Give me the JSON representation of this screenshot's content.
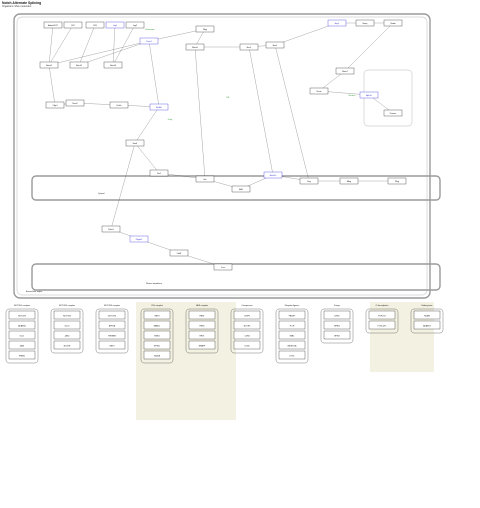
{
  "header": {
    "title": "Notch Alternate Splicing",
    "subtitle": "Organism: Mus musculus"
  },
  "nodes": [
    {
      "id": "n1",
      "label": "Adam10/17"
    },
    {
      "id": "n2",
      "label": "Dll1"
    },
    {
      "id": "n3",
      "label": "Dll3"
    },
    {
      "id": "n4",
      "label": "Jag1"
    },
    {
      "id": "n5",
      "label": "Jag2"
    },
    {
      "id": "n6",
      "label": "Notch1"
    },
    {
      "id": "n7",
      "label": "Notch2"
    },
    {
      "id": "n8",
      "label": "Notch3"
    },
    {
      "id": "n9",
      "label": "Psen1"
    },
    {
      "id": "n10",
      "label": "Rbpj"
    },
    {
      "id": "n11",
      "label": "Maml1"
    },
    {
      "id": "n12",
      "label": "Hes1"
    },
    {
      "id": "n13",
      "label": "Hes5"
    },
    {
      "id": "n14",
      "label": "Hey1"
    },
    {
      "id": "n15",
      "label": "Nrarp"
    },
    {
      "id": "n16",
      "label": "Numb"
    },
    {
      "id": "n17",
      "label": "Fbxw7"
    },
    {
      "id": "n18",
      "label": "Ncstn"
    },
    {
      "id": "n19",
      "label": "Aph1a"
    },
    {
      "id": "n20",
      "label": "Psenen"
    },
    {
      "id": "n21",
      "label": "Ctbp1"
    },
    {
      "id": "n22",
      "label": "Ncor2"
    },
    {
      "id": "n23",
      "label": "Kat2a"
    },
    {
      "id": "n24",
      "label": "Ep300"
    },
    {
      "id": "n25",
      "label": "Snw1"
    },
    {
      "id": "n26",
      "label": "Dtx1"
    },
    {
      "id": "n27",
      "label": "Itch"
    },
    {
      "id": "n28",
      "label": "Mib1"
    },
    {
      "id": "n29",
      "label": "Neurl1a"
    },
    {
      "id": "n30",
      "label": "Lfng"
    },
    {
      "id": "n31",
      "label": "Mfng"
    },
    {
      "id": "n32",
      "label": "Rfng"
    },
    {
      "id": "n33",
      "label": "Pofut1"
    },
    {
      "id": "n34",
      "label": "Poglut1"
    },
    {
      "id": "n35",
      "label": "Cdk8"
    },
    {
      "id": "n36",
      "label": "Ccnc"
    }
  ],
  "free_labels": [
    {
      "id": "f1",
      "label": "Nucleus"
    },
    {
      "id": "f2",
      "label": "Golgi"
    },
    {
      "id": "f3",
      "label": "ER"
    },
    {
      "id": "f4",
      "label": "Endosome"
    }
  ],
  "compartments": [
    {
      "id": "c1",
      "label": "Cytosol"
    },
    {
      "id": "c2",
      "label": "Plasma membrane"
    },
    {
      "id": "c3",
      "label": "Extracellular region"
    }
  ],
  "legend_groups": [
    {
      "title": "NOTCH1 complex",
      "items": [
        "NOTCH1",
        "ADAM10",
        "DLL1",
        "JAG1",
        "PSEN1"
      ]
    },
    {
      "title": "NOTCH2 complex",
      "items": [
        "NOTCH2",
        "DLL3",
        "JAG2",
        "NCSTN"
      ]
    },
    {
      "title": "NOTCH3 complex",
      "items": [
        "NOTCH3",
        "APH1A",
        "PSENEN",
        "RBPJ"
      ]
    },
    {
      "title": "CSL complex",
      "items": [
        "RBPJ",
        "MAML1",
        "SNW1",
        "EP300",
        "KAT2A"
      ]
    },
    {
      "title": "HES complex",
      "items": [
        "HES1",
        "HES5",
        "HEY1",
        "NRARP"
      ]
    },
    {
      "title": "Corepressor",
      "items": [
        "CTBP1",
        "NCOR2",
        "CDK8",
        "CCNC"
      ]
    },
    {
      "title": "Ubiquitin ligases",
      "items": [
        "FBXW7",
        "ITCH",
        "MIB1",
        "NEURL1A",
        "DTX1"
      ]
    },
    {
      "title": "Fringe",
      "items": [
        "LFNG",
        "MFNG",
        "RFNG"
      ]
    },
    {
      "title": "O-fucosylation",
      "items": [
        "POFUT1",
        "POGLUT1"
      ]
    },
    {
      "title": "Endocytosis",
      "items": [
        "NUMB",
        "ADAM17"
      ]
    }
  ]
}
